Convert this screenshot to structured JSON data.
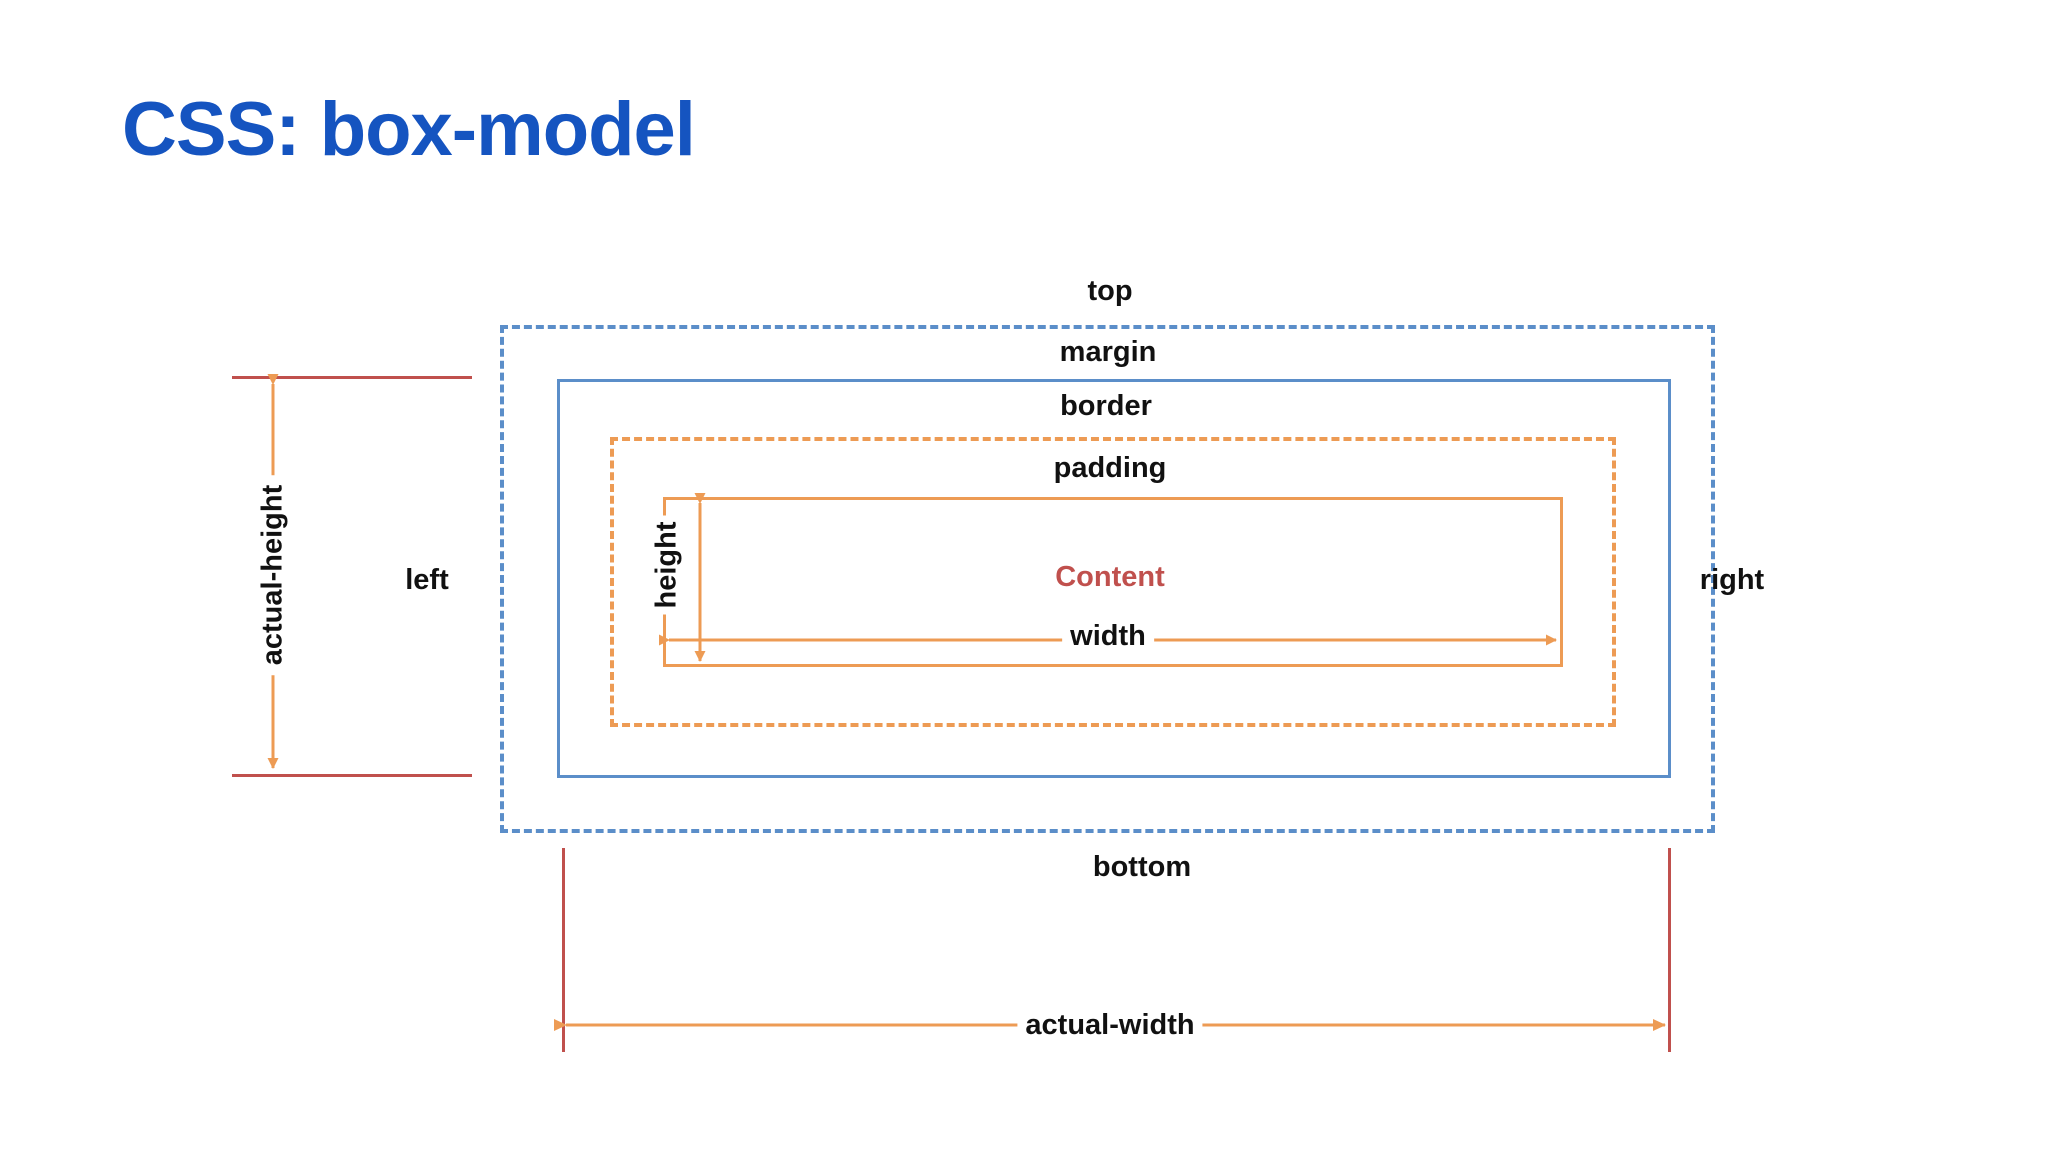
{
  "slide": {
    "title": "CSS: box-model",
    "title_color": "#1554c0",
    "background": "#ffffff"
  },
  "colors": {
    "margin_line": "#5b8ec9",
    "border_line": "#5b8ec9",
    "padding_line": "#ed9b54",
    "content_line": "#ed9b54",
    "content_text": "#c0504d",
    "reference_line": "#c0504d",
    "dimension_arrow": "#ed9b54",
    "label_text": "#111111"
  },
  "diagram": {
    "type": "css-box-model",
    "boxes": [
      {
        "name": "margin",
        "label": "margin",
        "stroke": "#5b8ec9",
        "style": "dashed"
      },
      {
        "name": "border",
        "label": "border",
        "stroke": "#5b8ec9",
        "style": "solid"
      },
      {
        "name": "padding",
        "label": "padding",
        "stroke": "#ed9b54",
        "style": "dashed"
      },
      {
        "name": "content",
        "label": "Content",
        "stroke": "#ed9b54",
        "style": "solid"
      }
    ],
    "labels": {
      "top": "top",
      "margin": "margin",
      "border": "border",
      "padding": "padding",
      "content": "Content",
      "width": "width",
      "height": "height",
      "left": "left",
      "right": "right",
      "bottom": "bottom",
      "actual_height": "actual-height",
      "actual_width": "actual-width"
    }
  }
}
